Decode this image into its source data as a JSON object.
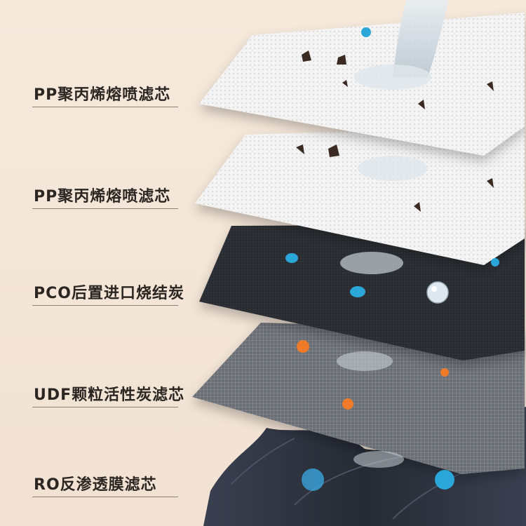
{
  "layers": [
    {
      "label": "PP聚丙烯熔喷滤芯"
    },
    {
      "label": "PP聚丙烯熔喷滤芯"
    },
    {
      "label": "PCO后置进口烧结炭"
    },
    {
      "label": "UDF颗粒活性炭滤芯"
    },
    {
      "label": "RO反渗透膜滤芯"
    }
  ],
  "colors": {
    "background": "#f4e6d8",
    "label_text": "#2b2622",
    "pp_sheet": "#f3f3f3",
    "carbon_block": "#2d3035",
    "udf_mesh": "#6e7076",
    "ro_membrane": "#2f3440",
    "particle_blue": "#2aa6d8",
    "bacteria_orange": "#f07a2a"
  },
  "icons": [
    "water-stream-icon",
    "impurity-particle-icon",
    "bacteria-icon",
    "virus-icon",
    "water-droplet-icon"
  ]
}
